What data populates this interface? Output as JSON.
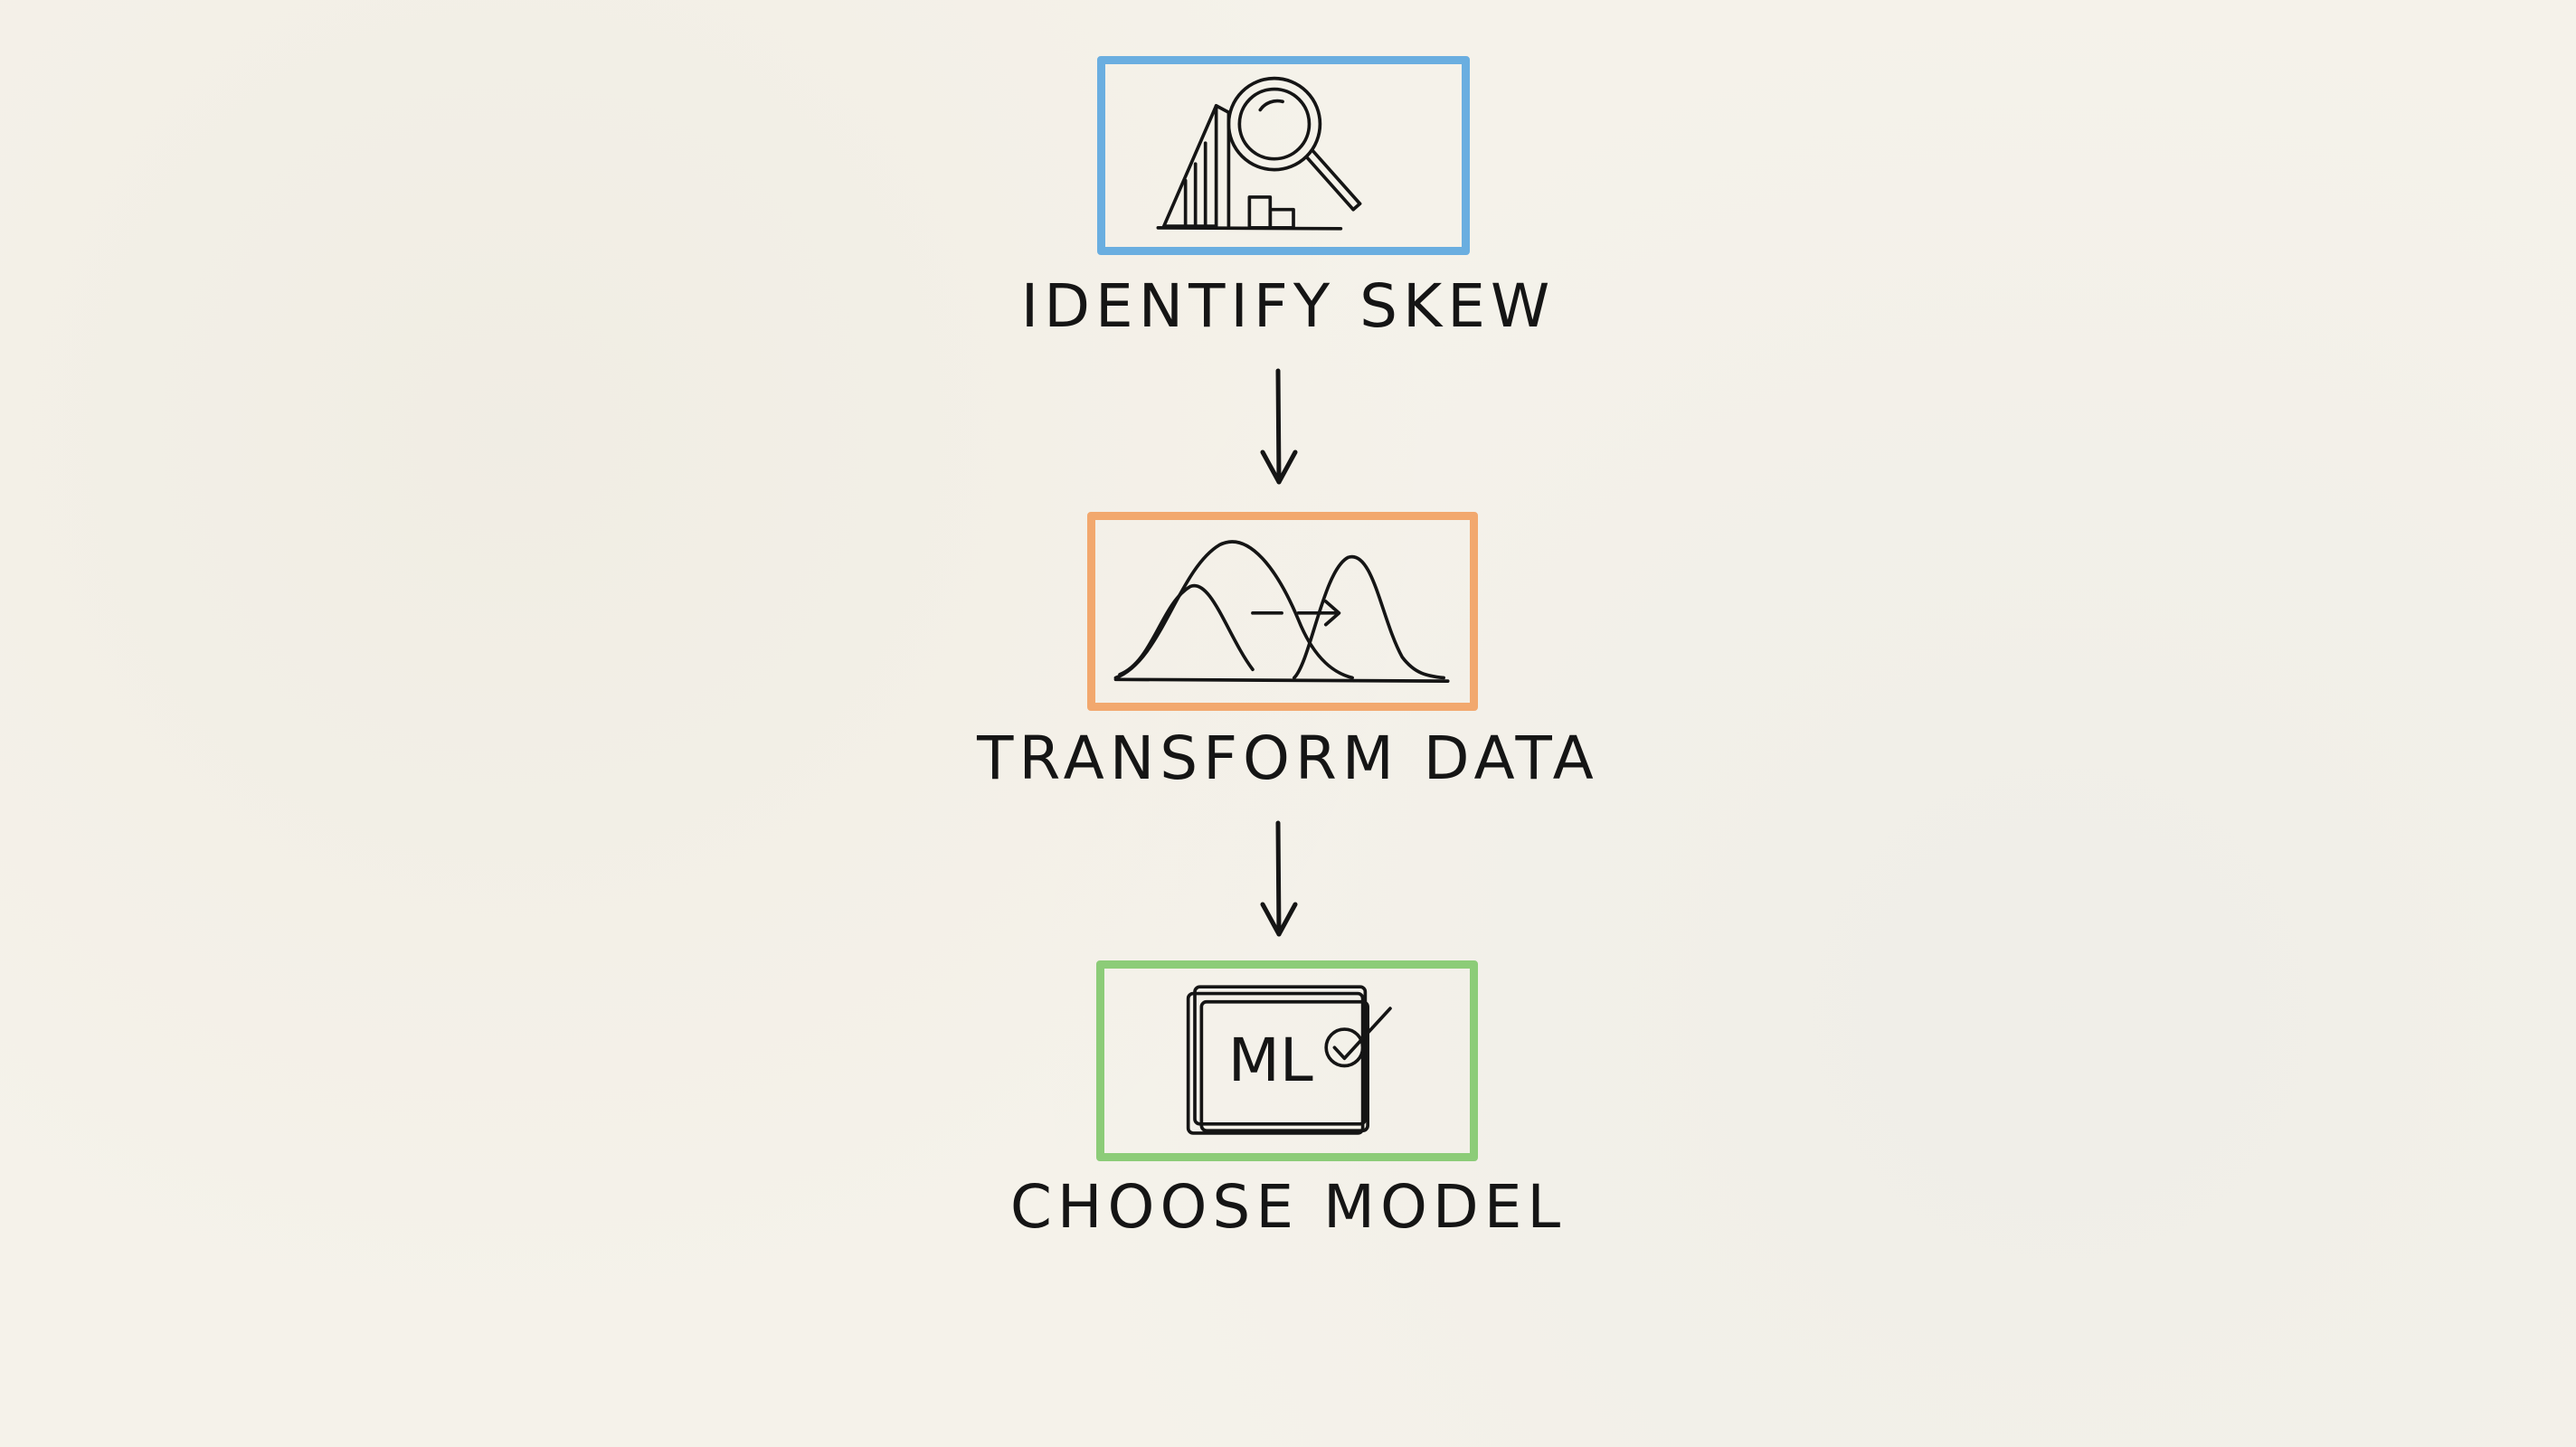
{
  "colors": {
    "background": "#f5f2ea",
    "ink": "#151515",
    "identify_border": "#6aaee0",
    "transform_border": "#f2a86e",
    "model_border": "#8ccc78"
  },
  "stages": [
    {
      "label": "IDENTIFY SKEW",
      "icon": "magnifier-over-bar-chart-icon"
    },
    {
      "label": "TRANSFORM DATA",
      "icon": "distribution-curves-shift-icon"
    },
    {
      "label": "CHOOSE MODEL",
      "icon": "ml-stack-check-icon"
    }
  ],
  "model_icon_text": "ML"
}
